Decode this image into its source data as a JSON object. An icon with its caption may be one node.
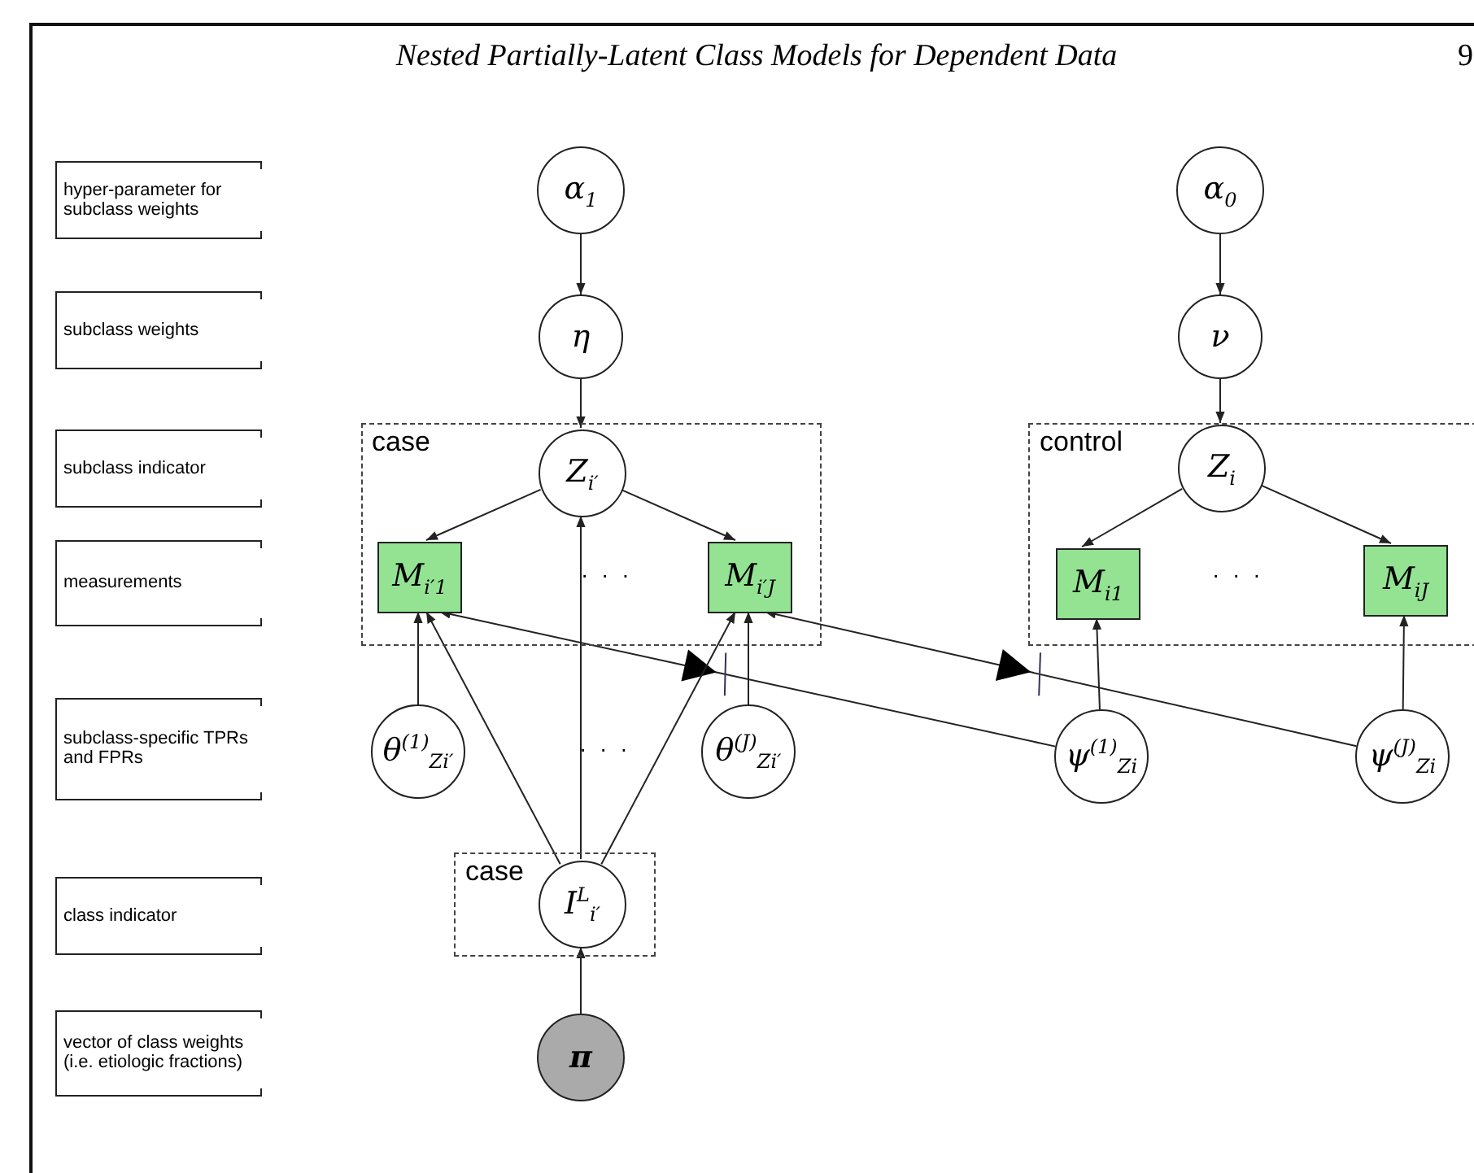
{
  "diagram": {
    "title": "Nested Partially-Latent Class Models for Dependent Data",
    "nodes": [
      {
        "text": [
          "α$_{1}$"
        ]
      },
      {
        "text": [
          "η"
        ]
      },
      {
        "text": [
          "α$_{0}$"
        ]
      },
      {
        "text": [
          "ν"
        ]
      },
      {
        "text": [
          "case"
        ]
      },
      {
        "text": [
          "Z$_{i′}$"
        ],
        "in": 4
      },
      {
        "text": [
          "M$_{i′1}$"
        ],
        "in": 4
      },
      {
        "text": [
          "M$_{i′J}$"
        ],
        "in": 4
      },
      {
        "text": [
          "control"
        ]
      },
      {
        "text": [
          "Z$_{i}$"
        ],
        "in": 8
      },
      {
        "text": [
          "M$_{i1}$"
        ],
        "in": 8
      },
      {
        "text": [
          "M$_{iJ}$"
        ],
        "in": 8
      },
      {
        "text": [
          "θ$^{(1)}$$_{Zi′}$"
        ]
      },
      {
        "text": [
          "θ$^{(J)}$$_{Zi′}$"
        ]
      },
      {
        "text": [
          "ψ$^{(1)}$$_{Zi}$"
        ]
      },
      {
        "text": [
          "ψ$^{(J)}$$_{Zi}$"
        ]
      },
      {
        "text": [
          "case"
        ]
      },
      {
        "text": [
          "I$^{L}$$_{i′}$"
        ],
        "in": 16
      },
      {
        "text": [
          "π"
        ]
      }
    ],
    "edges": [
      {
        "from": 0,
        "to": 1,
        "arrow": "to"
      },
      {
        "from": 1,
        "to": 5,
        "arrow": "to"
      },
      {
        "from": 2,
        "to": 3,
        "arrow": "to"
      },
      {
        "from": 3,
        "to": 9,
        "arrow": "to"
      },
      {
        "from": 5,
        "to": 6,
        "arrow": "to"
      },
      {
        "from": 5,
        "to": 7,
        "arrow": "to"
      },
      {
        "from": 9,
        "to": 10,
        "arrow": "to"
      },
      {
        "from": 9,
        "to": 11,
        "arrow": "to"
      },
      {
        "from": 12,
        "to": 6,
        "arrow": "to"
      },
      {
        "from": 13,
        "to": 7,
        "arrow": "to"
      },
      {
        "from": 14,
        "to": 10,
        "arrow": "to"
      },
      {
        "from": 15,
        "to": 11,
        "arrow": "to"
      },
      {
        "from": 14,
        "to": 6,
        "arrow": "to"
      },
      {
        "from": 15,
        "to": 7,
        "arrow": "to"
      },
      {
        "from": 17,
        "to": 6,
        "arrow": "to"
      },
      {
        "from": 17,
        "to": 5,
        "arrow": "to"
      },
      {
        "from": 17,
        "to": 7,
        "arrow": "to"
      },
      {
        "from": 18,
        "to": 17,
        "arrow": "to"
      }
    ],
    "labels": [
      "9",
      "hyper-parameter for subclass weights",
      "subclass weights",
      "subclass indicator",
      "measurements",
      "· · ·",
      "· · ·",
      "subclass-specific TPRs and FPRs",
      "· · ·",
      "class indicator",
      "vector of class weights (i.e. etiologic fractions)"
    ]
  }
}
